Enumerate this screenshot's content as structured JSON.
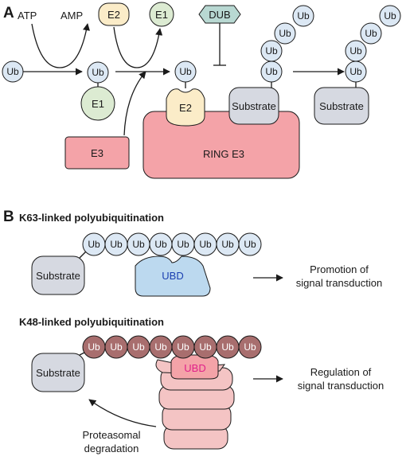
{
  "panel_a": {
    "letter": "A",
    "atp": "ATP",
    "amp": "AMP",
    "e2_top": "E2",
    "e1_top": "E1",
    "dub": "DUB",
    "ub": "Ub",
    "e1": "E1",
    "e2": "E2",
    "e3": "E3",
    "substrate": "Substrate",
    "ring_e3": "RING E3"
  },
  "panel_b": {
    "letter": "B",
    "k63_title": "K63-linked polyubiquitination",
    "k48_title": "K48-linked polyubiquitination",
    "substrate": "Substrate",
    "ub": "Ub",
    "ubd": "UBD",
    "k63_outcome_line1": "Promotion of",
    "k63_outcome_line2": "signal transduction",
    "k48_outcome_line1": "Regulation of",
    "k48_outcome_line2": "signal transduction",
    "degradation_line1": "Proteasomal",
    "degradation_line2": "degradation"
  },
  "colors": {
    "ub_blue": "#dce8f4",
    "e1_green": "#dcebd2",
    "e2_yellow": "#fbecc8",
    "dub_teal": "#b8d8d2",
    "e3_pink": "#f4a3a8",
    "substrate_gray": "#d6d9e1",
    "ubd_blue": "#bcd9ef",
    "ubd_text": "#1a3fb0",
    "ub_k48": "#a86e6e",
    "ubd_pink_text": "#e0208a",
    "proteasome": "#f4c4c4"
  }
}
